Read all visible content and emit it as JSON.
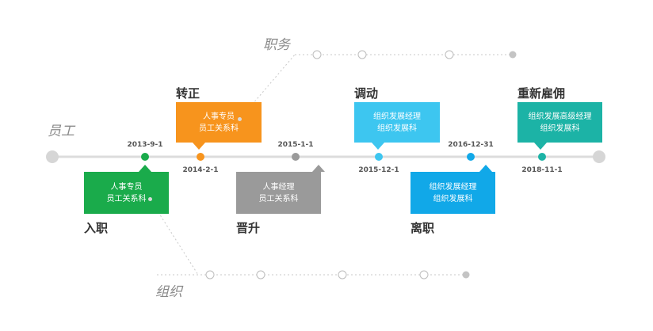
{
  "lanes": {
    "position": "职务",
    "employee": "员工",
    "organization": "组织"
  },
  "events": [
    {
      "title": "入职",
      "date": "2013-9-1",
      "lines": [
        "人事专员",
        "员工关系科"
      ],
      "color": "#1aab4b"
    },
    {
      "title": "转正",
      "date": "2014-2-1",
      "lines": [
        "人事专员",
        "员工关系科"
      ],
      "color": "#f7941d"
    },
    {
      "title": "晋升",
      "date": "2015-1-1",
      "lines": [
        "人事经理",
        "员工关系科"
      ],
      "color": "#9a9a9a"
    },
    {
      "title": "调动",
      "date": "2015-12-1",
      "lines": [
        "组织发展经理",
        "组织发展科"
      ],
      "color": "#3dc6f0"
    },
    {
      "title": "离职",
      "date": "2016-12-31",
      "lines": [
        "组织发展经理",
        "组织发展科"
      ],
      "color": "#11a8e8"
    },
    {
      "title": "重新雇佣",
      "date": "2018-11-1",
      "lines": [
        "组织发展高级经理",
        "组织发展科"
      ],
      "color": "#1cb3a6"
    }
  ],
  "colors": {
    "timeline": "#dcdcdc",
    "dotted": "#c8c8c8"
  }
}
